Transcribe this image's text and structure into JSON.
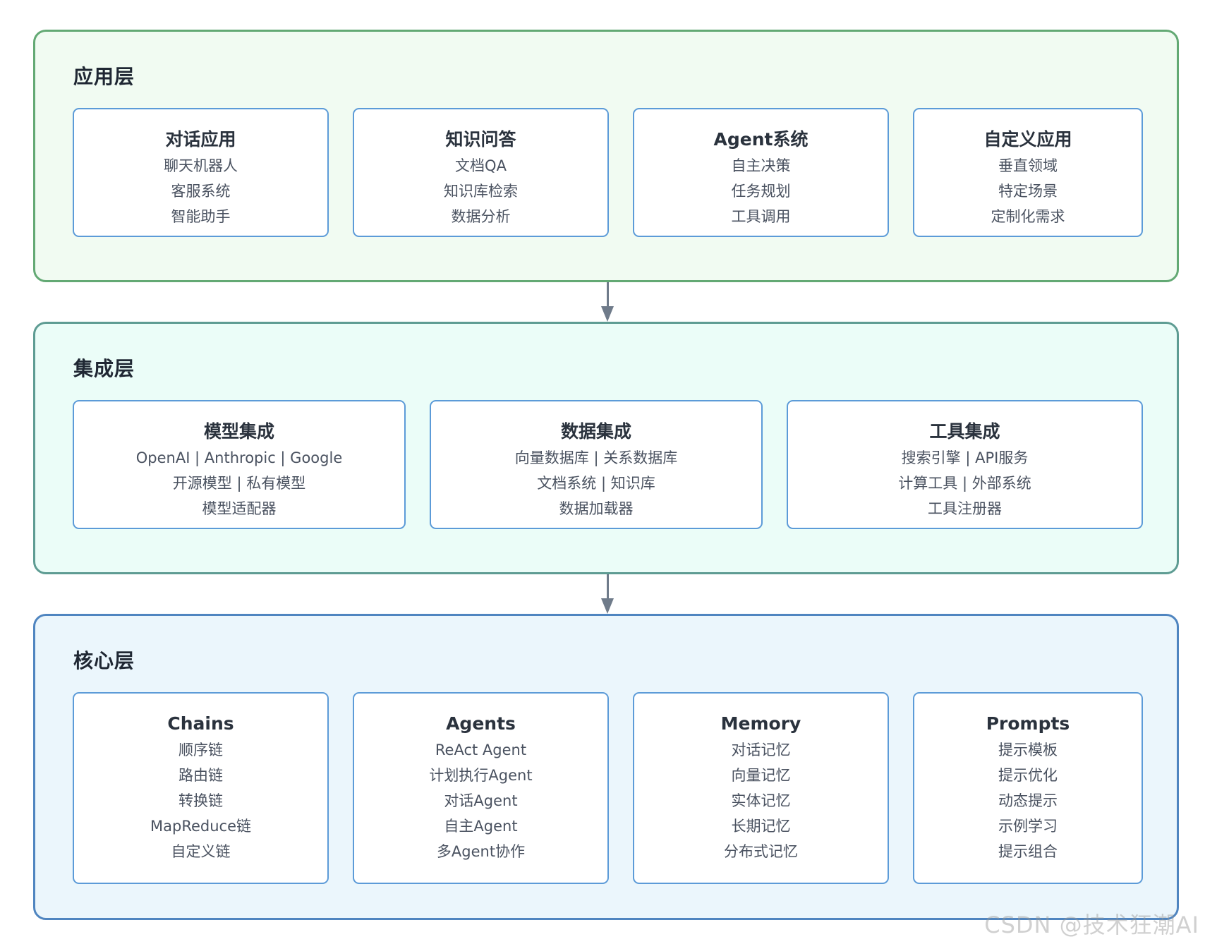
{
  "layers": {
    "app": {
      "title": "应用层",
      "boxes": [
        {
          "title": "对话应用",
          "items": [
            "聊天机器人",
            "客服系统",
            "智能助手"
          ]
        },
        {
          "title": "知识问答",
          "items": [
            "文档QA",
            "知识库检索",
            "数据分析"
          ]
        },
        {
          "title": "Agent系统",
          "items": [
            "自主决策",
            "任务规划",
            "工具调用"
          ]
        },
        {
          "title": "自定义应用",
          "items": [
            "垂直领域",
            "特定场景",
            "定制化需求"
          ]
        }
      ]
    },
    "integration": {
      "title": "集成层",
      "boxes": [
        {
          "title": "模型集成",
          "items": [
            "OpenAI | Anthropic | Google",
            "开源模型 | 私有模型",
            "模型适配器"
          ]
        },
        {
          "title": "数据集成",
          "items": [
            "向量数据库 | 关系数据库",
            "文档系统 | 知识库",
            "数据加载器"
          ]
        },
        {
          "title": "工具集成",
          "items": [
            "搜索引擎 | API服务",
            "计算工具 | 外部系统",
            "工具注册器"
          ]
        }
      ]
    },
    "core": {
      "title": "核心层",
      "boxes": [
        {
          "title": "Chains",
          "items": [
            "顺序链",
            "路由链",
            "转换链",
            "MapReduce链",
            "自定义链"
          ]
        },
        {
          "title": "Agents",
          "items": [
            "ReAct Agent",
            "计划执行Agent",
            "对话Agent",
            "自主Agent",
            "多Agent协作"
          ]
        },
        {
          "title": "Memory",
          "items": [
            "对话记忆",
            "向量记忆",
            "实体记忆",
            "长期记忆",
            "分布式记忆"
          ]
        },
        {
          "title": "Prompts",
          "items": [
            "提示模板",
            "提示优化",
            "动态提示",
            "示例学习",
            "提示组合"
          ]
        }
      ]
    }
  },
  "watermark": "CSDN @技术狂潮AI"
}
